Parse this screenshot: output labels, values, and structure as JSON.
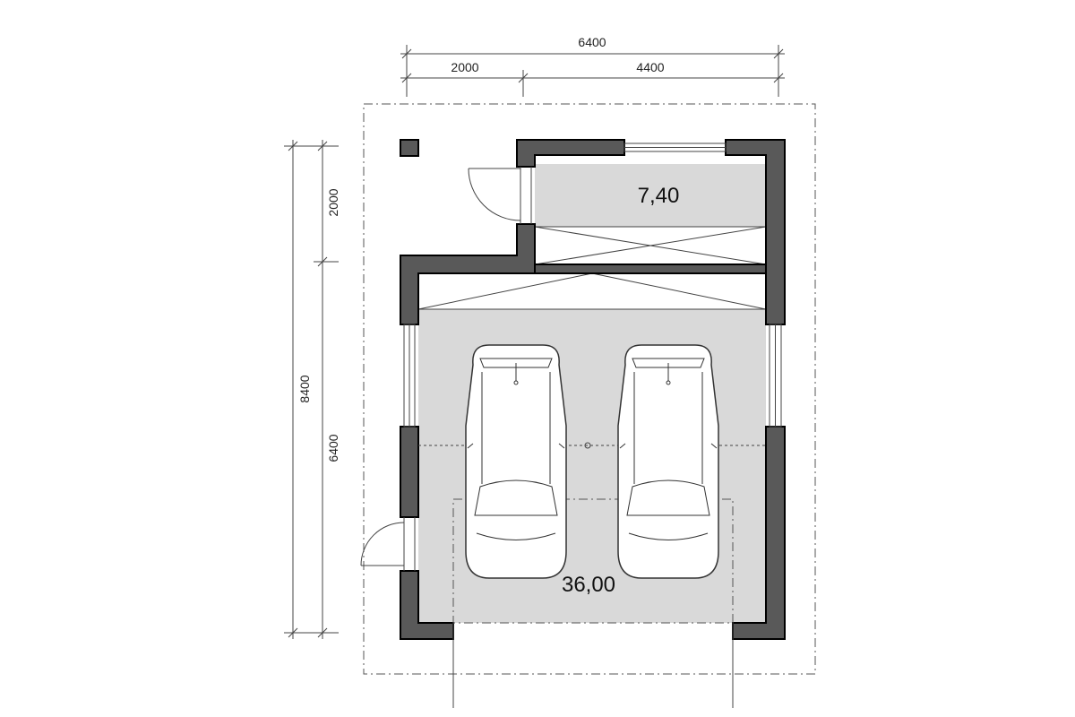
{
  "dimensions": {
    "top_total": "6400",
    "top_left": "2000",
    "top_right": "4400",
    "left_total": "8400",
    "left_top": "2000",
    "left_bottom": "6400"
  },
  "rooms": {
    "storage_area": "7,40",
    "garage_area": "36,00"
  },
  "colors": {
    "wall": "#595959",
    "floor": "#d9d9d9",
    "line": "#444444"
  }
}
